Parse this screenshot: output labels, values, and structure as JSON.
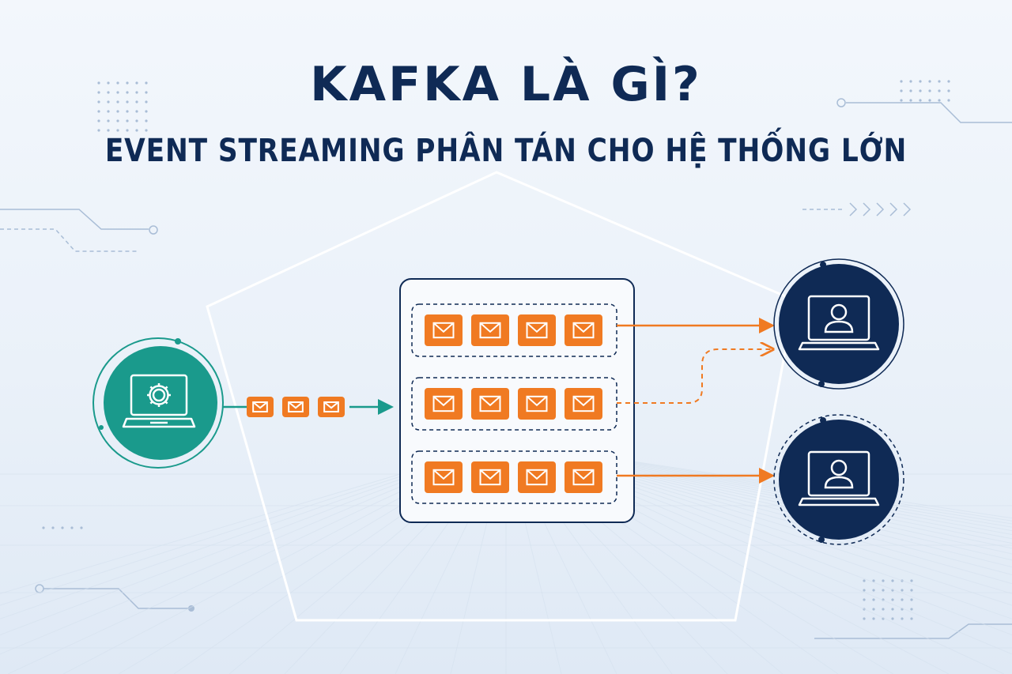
{
  "title": {
    "line1": "KAFKA LÀ GÌ?",
    "line2": "EVENT STREAMING PHÂN TÁN CHO HỆ THỐNG LỚN"
  },
  "colors": {
    "navy": "#0f2a55",
    "teal": "#1a9a8c",
    "orange": "#f07a22",
    "background": "#eef3fa"
  },
  "producer": {
    "icon": "laptop-gear-icon",
    "messages_in_flight": 3
  },
  "topic": {
    "partitions": [
      {
        "messages": 4
      },
      {
        "messages": 4
      },
      {
        "messages": 4
      }
    ]
  },
  "consumers": [
    {
      "icon": "laptop-user-icon"
    },
    {
      "icon": "laptop-user-icon"
    }
  ]
}
